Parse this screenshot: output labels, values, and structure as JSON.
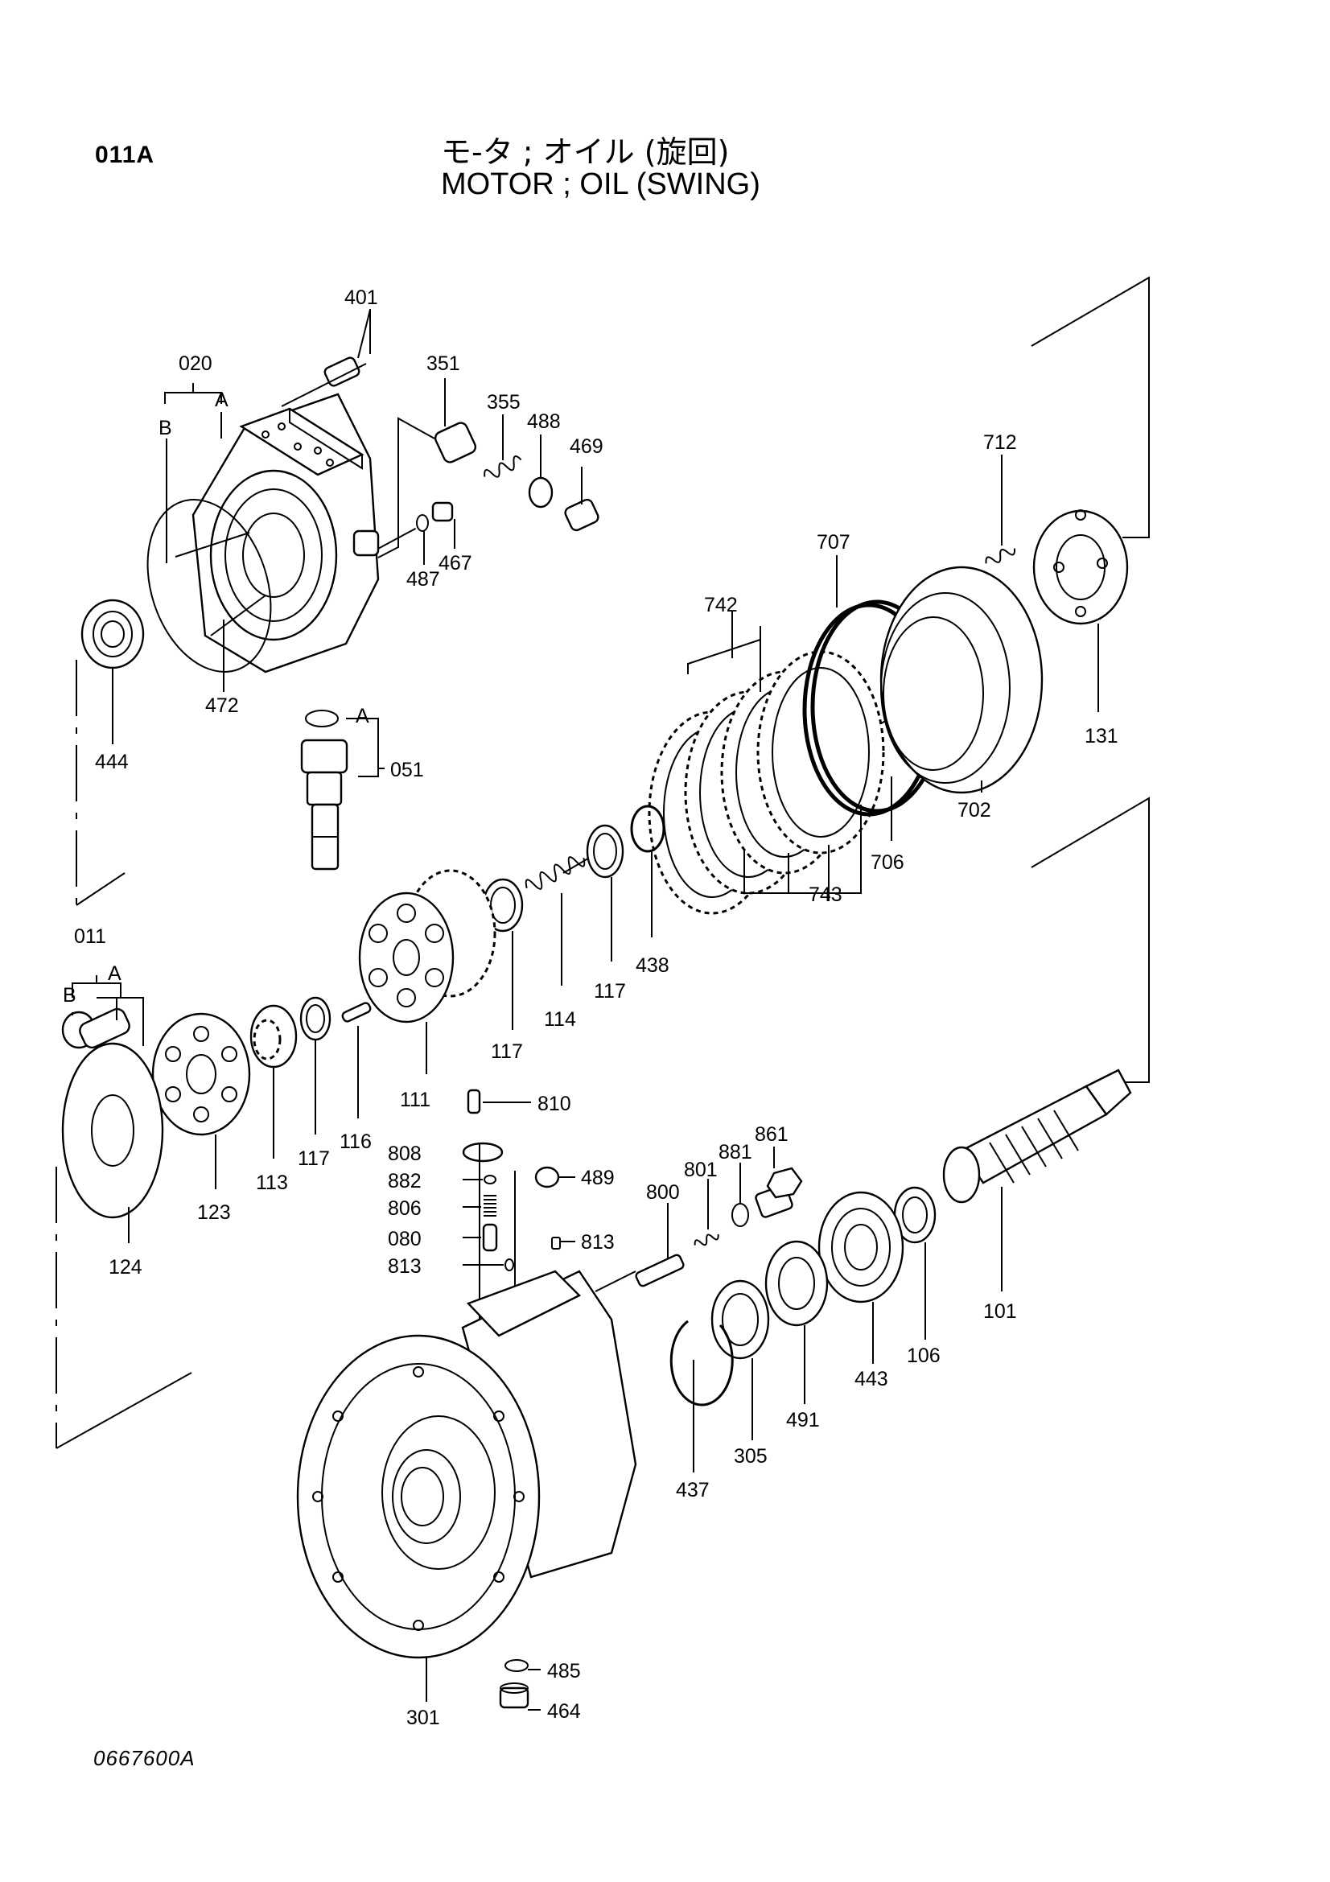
{
  "header": {
    "group_code": "011A",
    "title_jp": "モ-タ ; オイル (旋回)",
    "title_en": "MOTOR ; OIL (SWING)"
  },
  "footer": {
    "drawing_ref": "0667600A"
  },
  "callouts": {
    "p401": "401",
    "p020": "020",
    "a1": "A",
    "b1": "B",
    "p351": "351",
    "p355": "355",
    "p488": "488",
    "p469": "469",
    "p467": "467",
    "p487": "487",
    "p712": "712",
    "p707": "707",
    "p742": "742",
    "p444": "444",
    "p472": "472",
    "a2": "A",
    "p051": "051",
    "p131": "131",
    "p702": "702",
    "p706": "706",
    "p743": "743",
    "p438": "438",
    "p117a": "117",
    "p114": "114",
    "p117b": "117",
    "p011": "011",
    "a3": "A",
    "b3": "B",
    "p111": "111",
    "p116": "116",
    "p117c": "117",
    "p113": "113",
    "p123": "123",
    "p124": "124",
    "p810": "810",
    "p808": "808",
    "p882": "882",
    "p806": "806",
    "p080": "080",
    "p813a": "813",
    "p813b": "813",
    "p489": "489",
    "p861": "861",
    "p881": "881",
    "p801": "801",
    "p800": "800",
    "p101": "101",
    "p106": "106",
    "p443": "443",
    "p491": "491",
    "p305": "305",
    "p437": "437",
    "p485": "485",
    "p464": "464",
    "p301": "301"
  }
}
